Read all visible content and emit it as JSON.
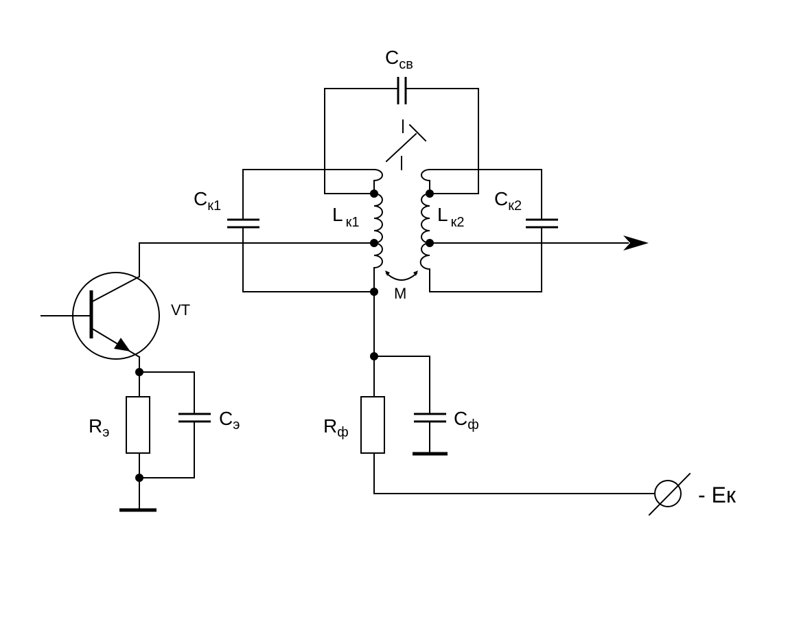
{
  "labels": {
    "c_coupling": {
      "main": "C",
      "sub": "св"
    },
    "c_k1": {
      "main": "C",
      "sub": "к1"
    },
    "l_k1": {
      "main": "L",
      "sub": "к1"
    },
    "l_k2": {
      "main": "L",
      "sub": "к2"
    },
    "c_k2": {
      "main": "C",
      "sub": "к2"
    },
    "mutual": "M",
    "transistor": "VT",
    "r_e": {
      "main": "R",
      "sub": "э"
    },
    "c_e": {
      "main": "C",
      "sub": "э"
    },
    "r_f": {
      "main": "R",
      "sub": "ф"
    },
    "c_f": {
      "main": "C",
      "sub": "ф"
    },
    "supply": "- Eк"
  }
}
